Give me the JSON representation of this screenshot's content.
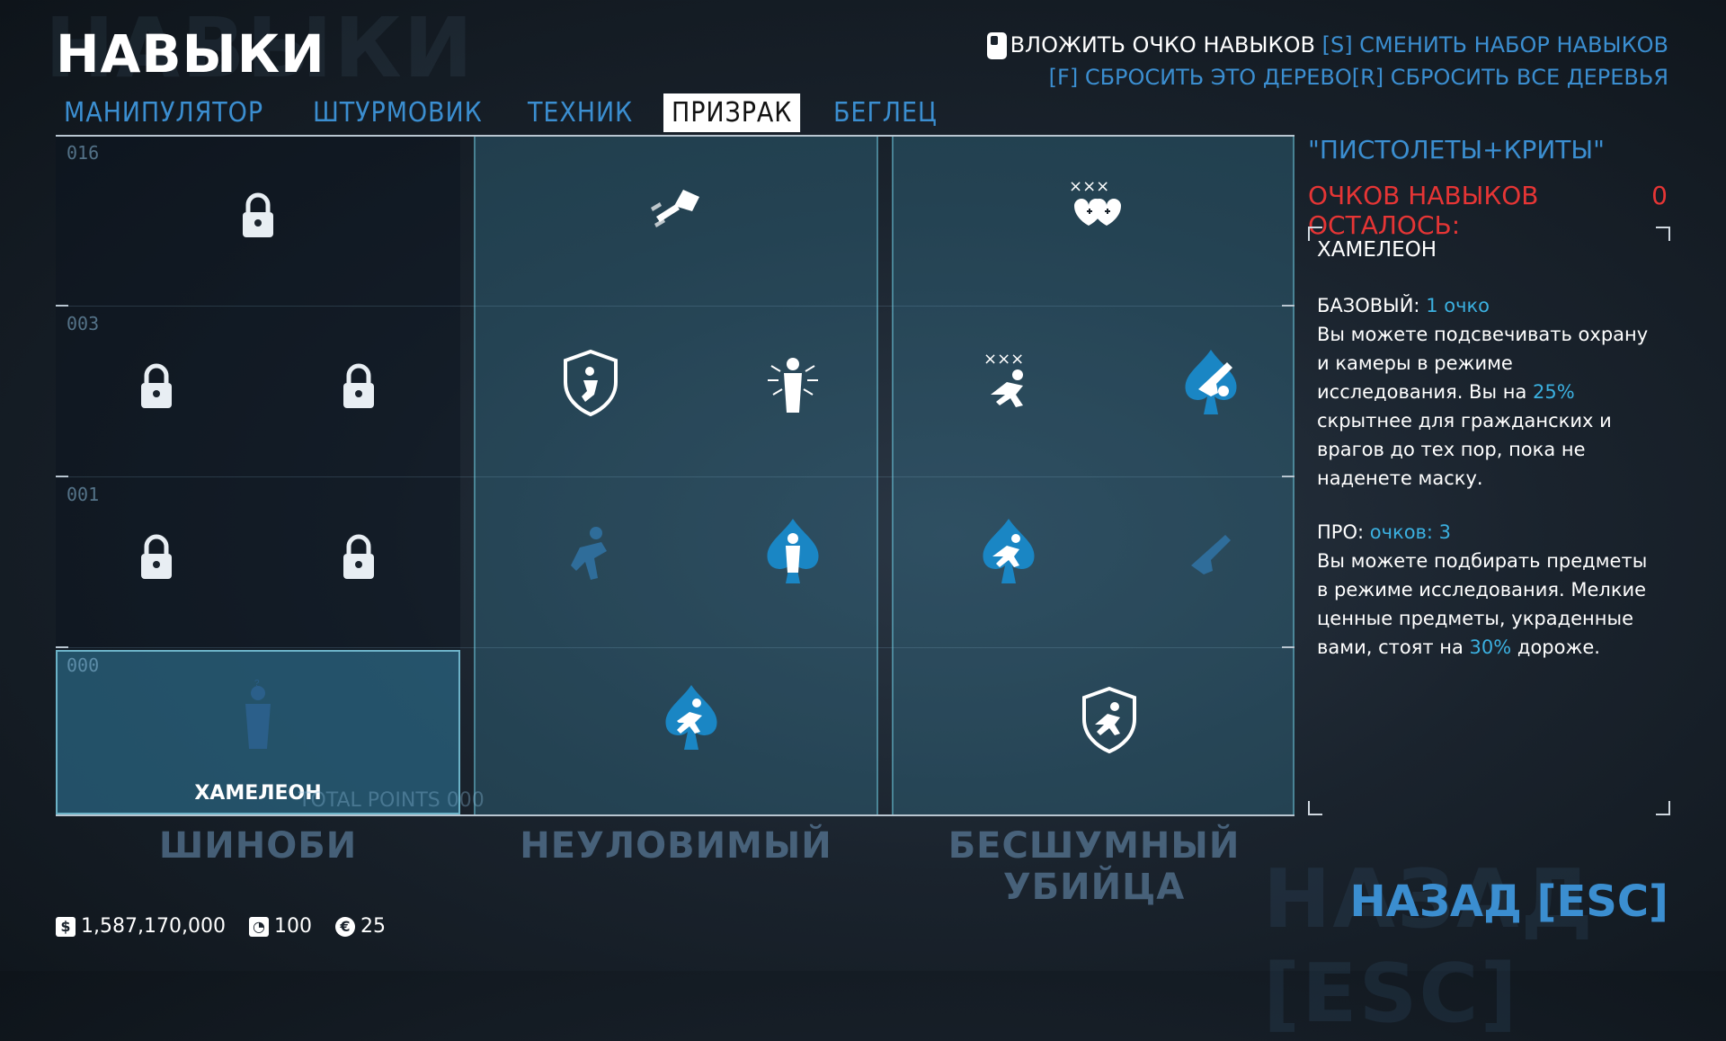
{
  "header": {
    "title": "НАВЫКИ",
    "watermark": "НАВЫКИ"
  },
  "tabs": [
    {
      "label": "МАНИПУЛЯТОР",
      "active": false
    },
    {
      "label": "ШТУРМОВИК",
      "active": false
    },
    {
      "label": "ТЕХНИК",
      "active": false
    },
    {
      "label": "ПРИЗРАК",
      "active": true
    },
    {
      "label": "БЕГЛЕЦ",
      "active": false
    }
  ],
  "hotkeys": {
    "invest": "ВЛОЖИТЬ ОЧКО НАВЫКОВ",
    "switch_set": "[S] СМЕНИТЬ НАБОР НАВЫКОВ",
    "reset_tree": "[F] СБРОСИТЬ ЭТО ДЕРЕВО",
    "reset_all": "[R] СБРОСИТЬ ВСЕ ДЕРЕВЬЯ"
  },
  "trees": {
    "tier_labels": [
      "016",
      "003",
      "001",
      "000"
    ],
    "names": [
      "ШИНОБИ",
      "НЕУЛОВИМЫЙ",
      "БЕСШУМНЫЙ УБИЙЦА"
    ],
    "selected_skill": "ХАМЕЛЕОН",
    "total_points": "TOTAL POINTS 000",
    "icons": {
      "shinobi_t4": "lock-icon",
      "evasive_t4": "sprint-dodge-icon",
      "assassin_t4": "hearts-shield-icon",
      "evasive_t3_left": "shield-runner-icon",
      "evasive_t3_right": "electric-man-icon",
      "assassin_t3_left": "crossed-runner-icon",
      "assassin_t3_right": "pistol-skull-spade-icon",
      "evasive_t2_left": "dodging-man-icon",
      "evasive_t2_right": "man-spade-icon",
      "assassin_t2_left": "crouch-runner-spade-icon",
      "assassin_t2_right": "pistol-icon",
      "evasive_t1": "runner-spade-icon",
      "assassin_t1": "runner-shield-icon",
      "shinobi_t1": "suit-man-icon"
    }
  },
  "panel": {
    "preset_name": "\"ПИСТОЛЕТЫ+КРИТЫ\"",
    "points_left_label": "ОЧКОВ НАВЫКОВ ОСТАЛОСЬ:",
    "points_left_value": "0",
    "skill_title": "ХАМЕЛЕОН",
    "basic_label": "БАЗОВЫЙ:",
    "basic_cost": "1 очко",
    "basic_text_1": "Вы можете подсвечивать охрану и камеры в режиме исследования. Вы на",
    "basic_pct": "25%",
    "basic_text_2": "скрытнее для гражданских и врагов до тех пор, пока не наденете маску.",
    "pro_label": "ПРО:",
    "pro_cost": "очков: 3",
    "pro_text_1": "Вы можете подбирать предметы в режиме исследования. Мелкие ценные предметы, украденные вами, стоят на",
    "pro_pct": "30%",
    "pro_text_2": "дороже."
  },
  "back": {
    "label": "НАЗАД [ESC]",
    "watermark": "НАЗАД [ESC]"
  },
  "currency": {
    "money": "1,587,170,000",
    "coins": "100",
    "offshore": "25"
  },
  "colors": {
    "accent_blue": "#3b8ed0",
    "alert_red": "#e53535"
  }
}
